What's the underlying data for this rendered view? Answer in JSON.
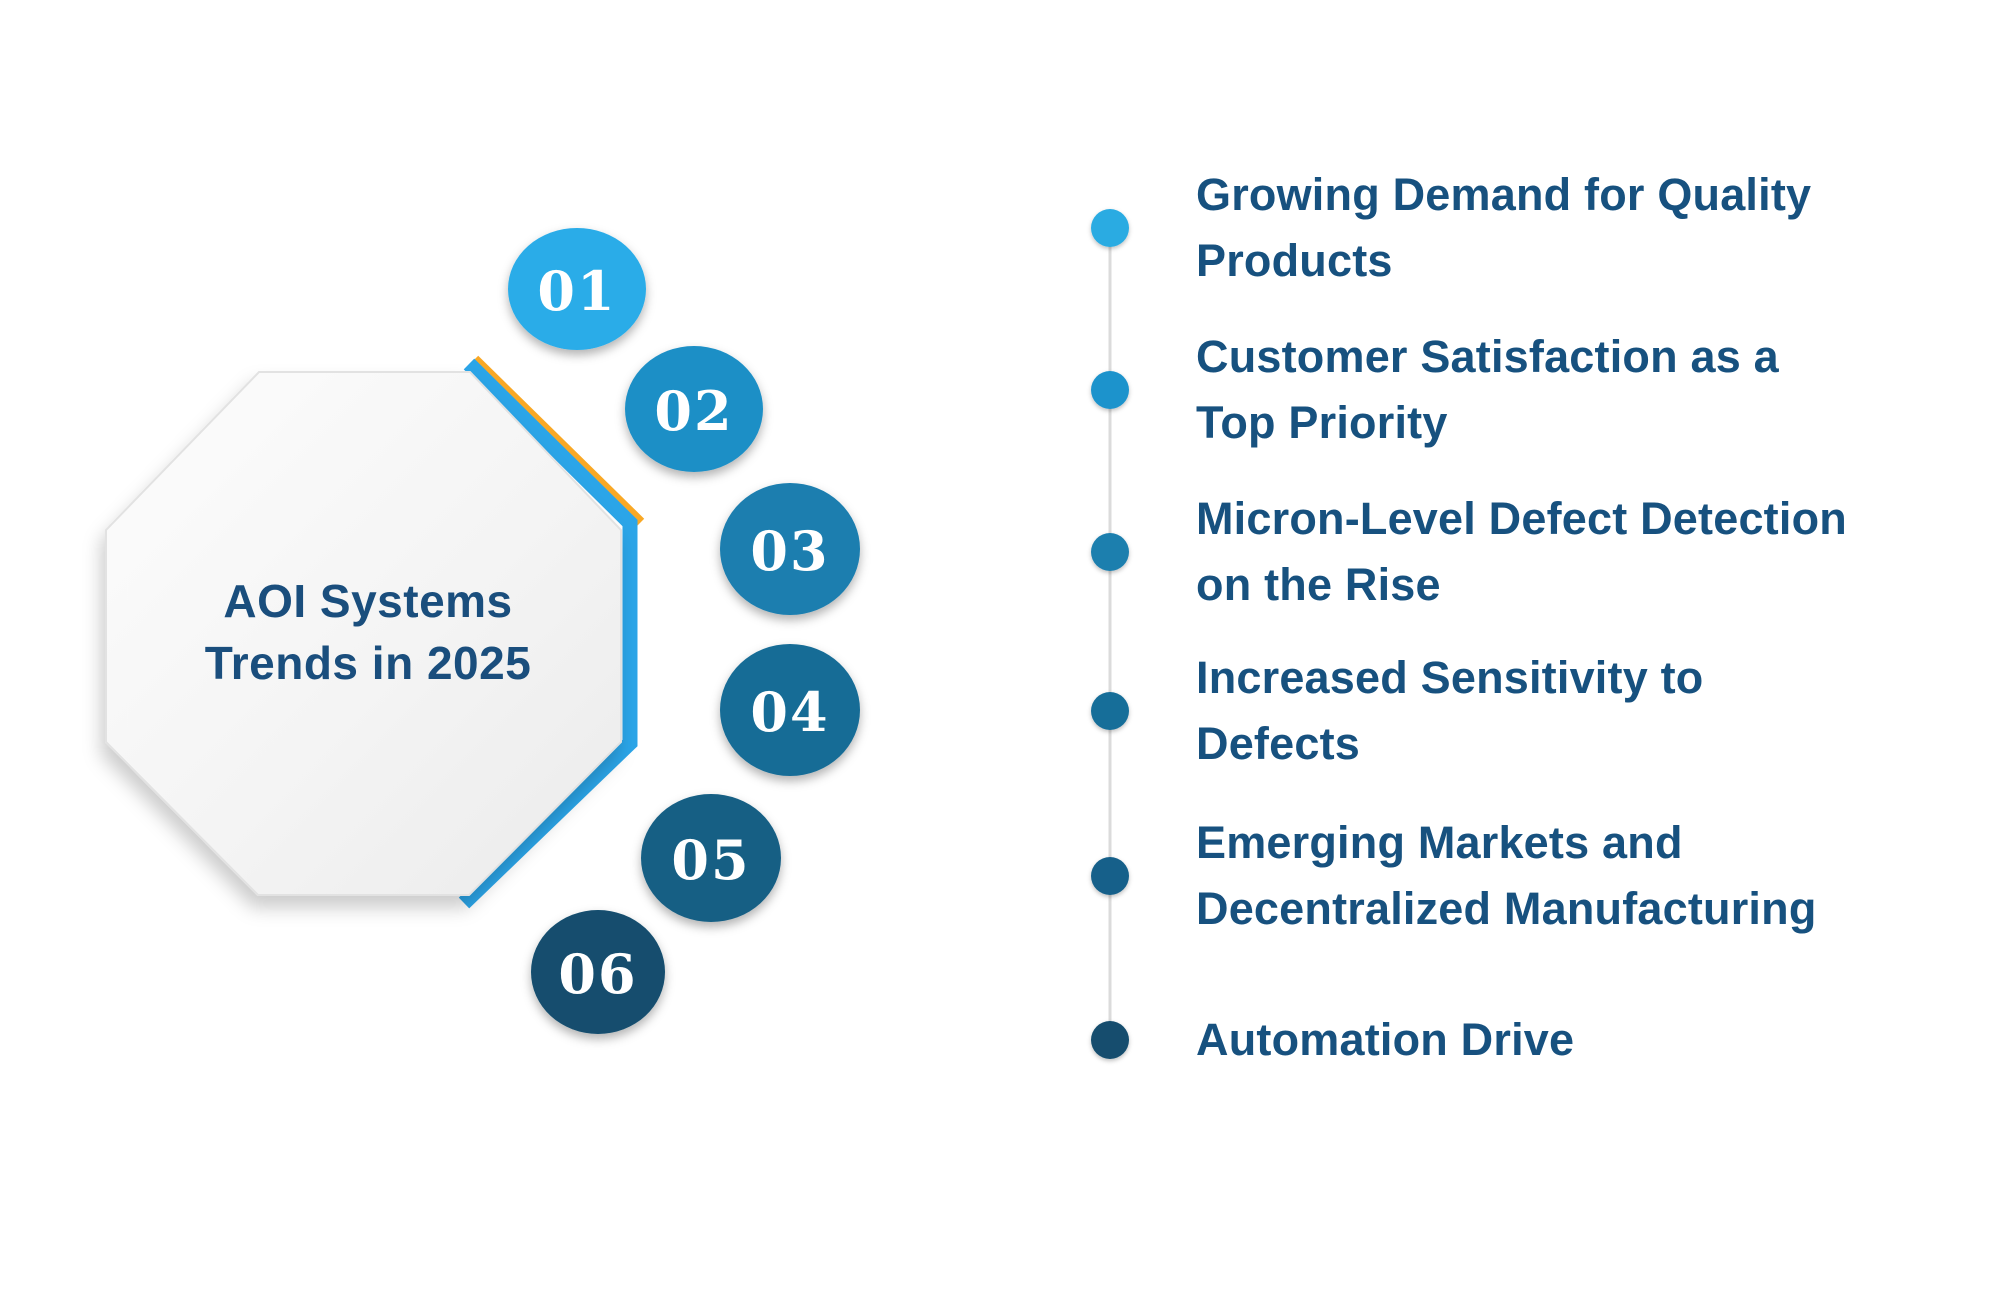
{
  "title": {
    "lines": [
      "AOI Systems",
      "Trends in 2025"
    ]
  },
  "steps": [
    {
      "number": "01",
      "color": "#29ACE8"
    },
    {
      "number": "02",
      "color": "#1F8FC6"
    },
    {
      "number": "03",
      "color": "#1A7EAF"
    },
    {
      "number": "04",
      "color": "#166C96"
    },
    {
      "number": "05",
      "color": "#155E84"
    },
    {
      "number": "06",
      "color": "#124E6E"
    }
  ],
  "timeline": {
    "line_color": "#DBDBDB",
    "items": [
      {
        "lines": [
          "Growing Demand for Quality",
          "Products"
        ],
        "dot_color": "#29ABE2"
      },
      {
        "lines": [
          "Customer Satisfaction as a",
          "Top Priority"
        ],
        "dot_color": "#1E93CC"
      },
      {
        "lines": [
          "Micron-Level Defect Detection",
          "on the Rise"
        ],
        "dot_color": "#1E7FAE"
      },
      {
        "lines": [
          "Increased Sensitivity to",
          "Defects"
        ],
        "dot_color": "#186E99"
      },
      {
        "lines": [
          "Emerging Markets and",
          "Decentralized Manufacturing"
        ],
        "dot_color": "#17618A"
      },
      {
        "lines": [
          "Automation Drive"
        ],
        "dot_color": "#124E6E"
      }
    ]
  },
  "palette": {
    "octagon_stroke": "#2BA5E8",
    "octagon_accent": "#F9A825",
    "heading_text_color": "#1A4E7D",
    "item_text_color": "#17517F"
  }
}
